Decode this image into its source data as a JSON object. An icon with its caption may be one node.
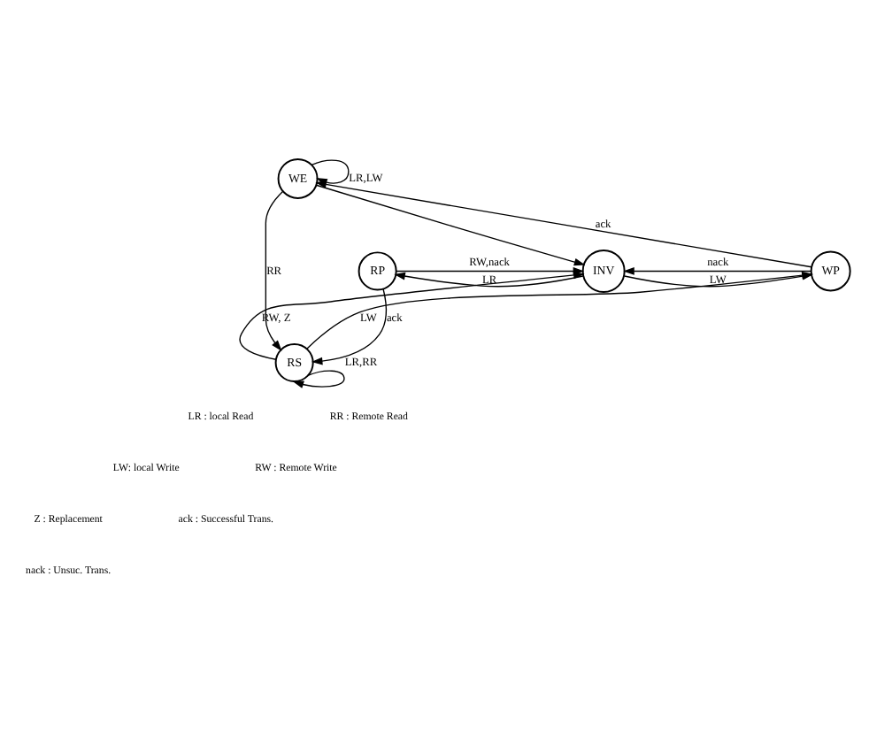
{
  "diagram": {
    "nodes": [
      {
        "text": [
          "WE"
        ]
      },
      {
        "text": [
          "RP"
        ]
      },
      {
        "text": [
          "INV"
        ]
      },
      {
        "text": [
          "WP"
        ]
      },
      {
        "text": [
          "RS"
        ]
      }
    ],
    "edges": [
      {
        "from": 0,
        "to": 0,
        "arrow": "to",
        "label": "LR,LW"
      },
      {
        "from": 3,
        "to": 0,
        "arrow": "to",
        "label": "ack"
      },
      {
        "from": 0,
        "to": 2,
        "arrow": "to"
      },
      {
        "from": 2,
        "to": 1,
        "arrow": "to",
        "label": "LR"
      },
      {
        "from": 1,
        "to": 2,
        "arrow": "to",
        "label": "RW,nack"
      },
      {
        "from": 2,
        "to": 3,
        "arrow": "to",
        "label": "LW"
      },
      {
        "from": 3,
        "to": 2,
        "arrow": "to",
        "label": "nack"
      },
      {
        "from": 1,
        "to": 4,
        "arrow": "to",
        "label": "ack"
      },
      {
        "from": 0,
        "to": 4,
        "arrow": "to",
        "label": "RR"
      },
      {
        "from": 4,
        "to": 2,
        "arrow": "to",
        "label": "RW, Z"
      },
      {
        "from": 4,
        "to": 3,
        "arrow": "to",
        "label": "LW"
      },
      {
        "from": 4,
        "to": 4,
        "arrow": "to",
        "label": "LR,RR"
      }
    ],
    "labels": [
      "LR : local Read",
      "RR : Remote Read",
      "LW: local Write",
      "RW : Remote Write",
      "Z : Replacement",
      "ack : Successful Trans.",
      "nack : Unsuc. Trans."
    ]
  }
}
